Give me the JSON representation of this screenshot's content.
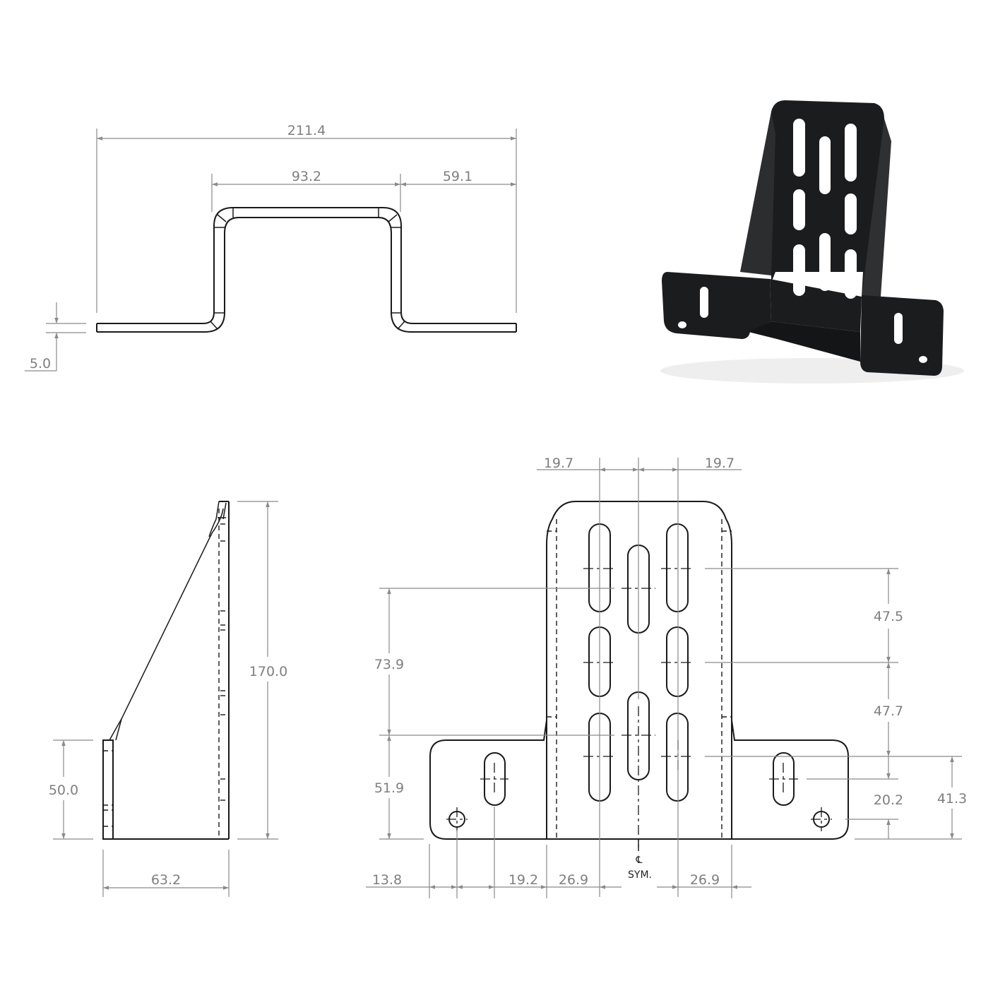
{
  "drawing": {
    "type": "engineering-drawing",
    "subject": "bent sheet-metal mounting bracket",
    "views": [
      {
        "id": "top-profile",
        "label": "Bend profile view"
      },
      {
        "id": "iso-render",
        "label": "3D rendered isometric view"
      },
      {
        "id": "side-view",
        "label": "Side view"
      },
      {
        "id": "front-view",
        "label": "Front view"
      }
    ]
  },
  "top_view": {
    "dims": {
      "overall_width": "211.4",
      "channel_width": "93.2",
      "flange_width": "59.1",
      "thickness": "5.0"
    }
  },
  "side_view": {
    "dims": {
      "total_height": "170.0",
      "flange_height": "50.0",
      "depth": "63.2"
    }
  },
  "front_view": {
    "dims": {
      "slot_pitch_left": "19.7",
      "slot_pitch_right": "19.7",
      "row_spacing_upper": "47.5",
      "row_spacing_lower": "47.7",
      "center_slot_spacing": "73.9",
      "center_slot_height": "51.9",
      "hole_to_slot_vertical": "20.2",
      "slot_row_height": "41.3",
      "edge_to_hole": "13.8",
      "hole_to_slot_horizontal": "19.2",
      "slot_to_wall_left": "26.9",
      "slot_to_wall_right": "26.9"
    },
    "centerline_symbol": "℄",
    "centerline_label": "SYM."
  },
  "colors": {
    "linework": "#1a1a1a",
    "dimension": "#8a8a8a",
    "render_part": "#1b1c1d",
    "background": "#ffffff"
  }
}
